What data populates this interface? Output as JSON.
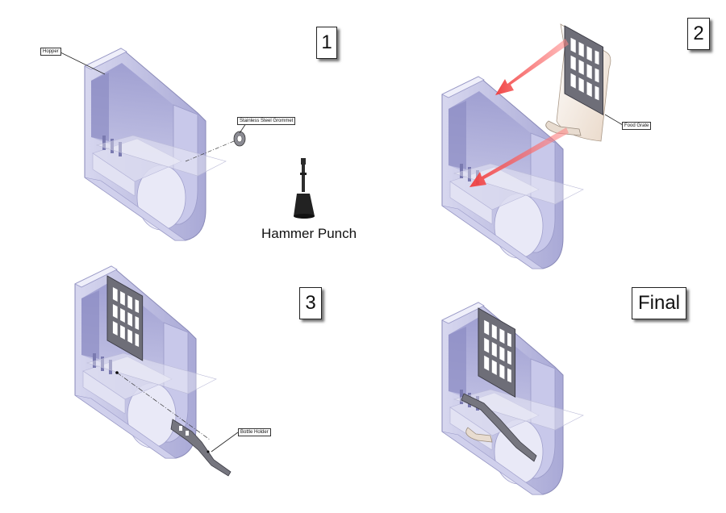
{
  "steps": {
    "step1": "1",
    "step2": "2",
    "step3": "3",
    "final": "Final"
  },
  "callouts": {
    "hopper": "Hopper",
    "grommet": "Stainless Steel Grommet",
    "food_grate": "Food Grate",
    "bottle_holder": "Bottle Holder"
  },
  "tool_label": "Hammer Punch",
  "colors": {
    "body_lavender": "#b9b9e2",
    "body_shadow": "#8b8bc3",
    "arrow_red": "#f04a4a",
    "grate_gray": "#6e6e78"
  }
}
